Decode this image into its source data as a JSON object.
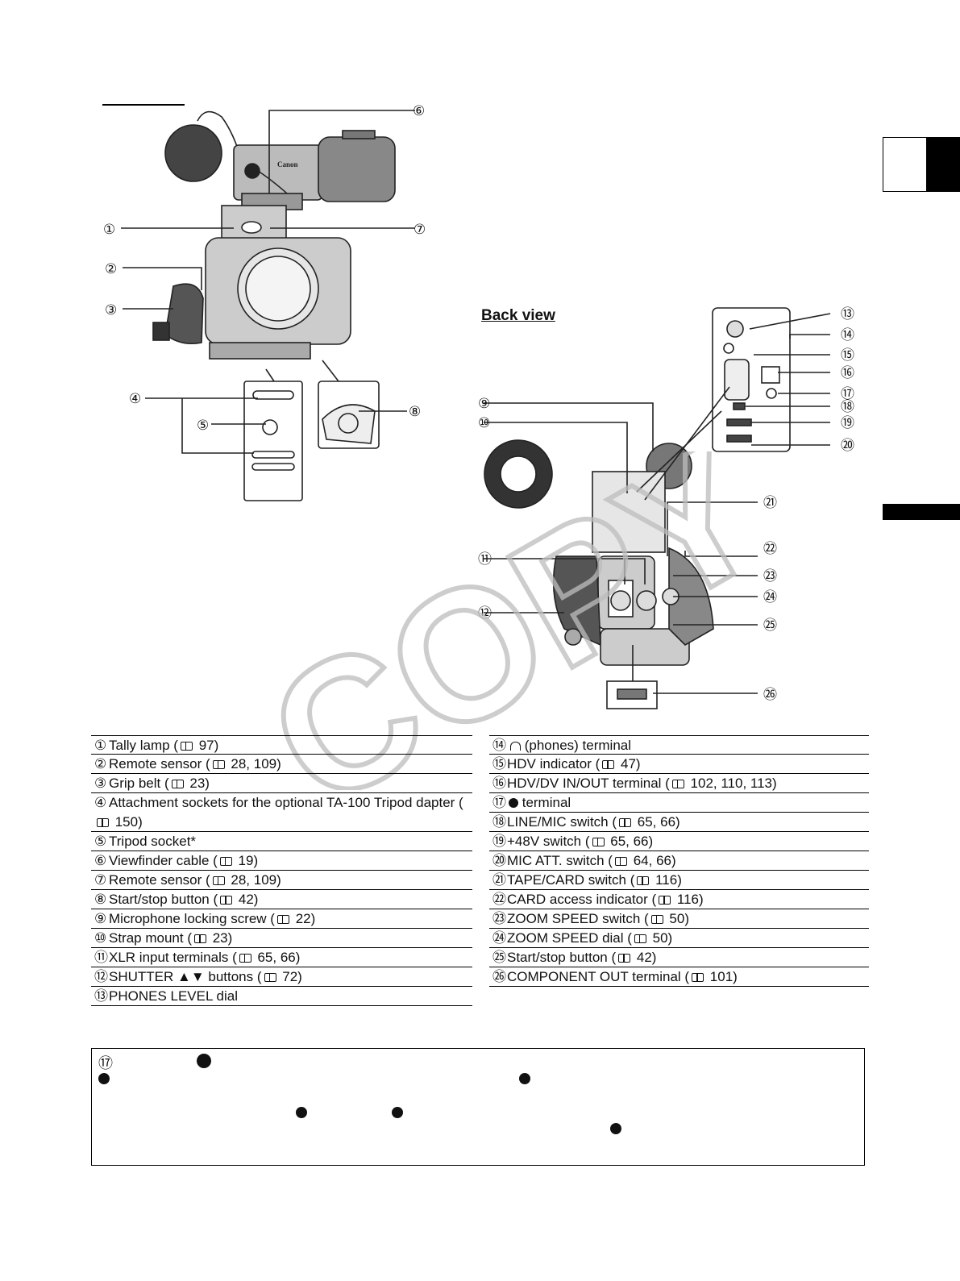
{
  "sections": {
    "back_view_title": "Back view"
  },
  "callouts": [
    "①",
    "②",
    "③",
    "④",
    "⑤",
    "⑥",
    "⑦",
    "⑧",
    "⑨",
    "⑩",
    "⑪",
    "⑫",
    "⑬",
    "⑭",
    "⑮",
    "⑯",
    "⑰",
    "⑱",
    "⑲",
    "⑳",
    "㉑",
    "㉒",
    "㉓",
    "㉔",
    "㉕",
    "㉖"
  ],
  "camera_brand": "Canon",
  "watermark": "COPY",
  "left_parts": [
    {
      "num": "①",
      "text": "Tally lamp (",
      "ref": " 97)"
    },
    {
      "num": "②",
      "text": "Remote sensor  (",
      "ref": " 28, 109)"
    },
    {
      "num": "③",
      "text": "Grip belt (",
      "ref": " 23)"
    },
    {
      "num": "④",
      "text": "Attachment sockets for the optional TA-100 Tripod dapter  (",
      "ref": " 150)"
    },
    {
      "num": "⑤",
      "text": "Tripod socket*",
      "ref": ""
    },
    {
      "num": "⑥",
      "text": "Viewfinder cable (",
      "ref": " 19)"
    },
    {
      "num": "⑦",
      "text": "Remote sensor (",
      "ref": " 28, 109)"
    },
    {
      "num": "⑧",
      "text": "Start/stop button (",
      "ref": " 42)"
    },
    {
      "num": "⑨",
      "text": "Microphone locking screw (",
      "ref": " 22)"
    },
    {
      "num": "⑩",
      "text": "Strap mount (",
      "ref": " 23)"
    },
    {
      "num": "⑪",
      "text": "XLR input terminals (",
      "ref": " 65, 66)"
    },
    {
      "num": "⑫",
      "text": "SHUTTER ▲▼ buttons (",
      "ref": " 72)"
    },
    {
      "num": "⑬",
      "text": "PHONES LEVEL dial",
      "ref": ""
    }
  ],
  "right_parts": [
    {
      "num": "⑭",
      "text": " (phones) terminal",
      "ref": ""
    },
    {
      "num": "⑮",
      "text": "HDV indicator  (",
      "ref": " 47)"
    },
    {
      "num": "⑯",
      "text": "HDV/DV IN/OUT terminal (",
      "ref": " 102, 110, 113)"
    },
    {
      "num": "⑰",
      "text": " terminal",
      "ref": ""
    },
    {
      "num": "⑱",
      "text": "LINE/MIC switch (",
      "ref": " 65, 66)"
    },
    {
      "num": "⑲",
      "text": "+48V switch (",
      "ref": " 65, 66)"
    },
    {
      "num": "⑳",
      "text": "MIC ATT. switch (",
      "ref": " 64, 66)"
    },
    {
      "num": "㉑",
      "text": "TAPE/CARD switch (",
      "ref": " 116)"
    },
    {
      "num": "㉒",
      "text": "CARD access indicator (",
      "ref": " 116)"
    },
    {
      "num": "㉓",
      "text": "ZOOM SPEED switch (",
      "ref": " 50)"
    },
    {
      "num": "㉔",
      "text": "ZOOM SPEED dial (",
      "ref": " 50)"
    },
    {
      "num": "㉕",
      "text": "Start/stop button (",
      "ref": " 42)"
    },
    {
      "num": "㉖",
      "text": "COMPONENT OUT terminal (",
      "ref": " 101)"
    }
  ],
  "note": {
    "num": "⑰"
  }
}
